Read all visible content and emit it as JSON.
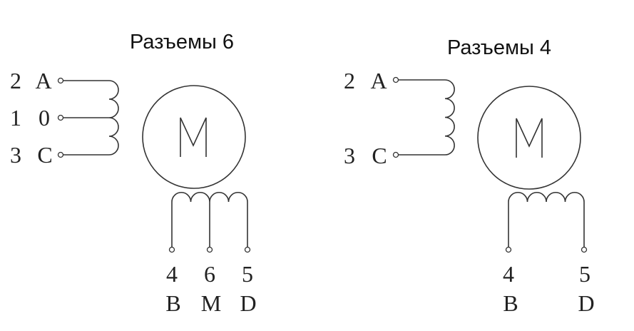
{
  "diagrams": [
    {
      "title": "Разъемы 6",
      "motor_label": "M",
      "left_terminals": [
        {
          "num": "2",
          "letter": "A"
        },
        {
          "num": "1",
          "letter": "0"
        },
        {
          "num": "3",
          "letter": "C"
        }
      ],
      "bottom_terminals": [
        {
          "num": "4",
          "letter": "B"
        },
        {
          "num": "6",
          "letter": "M"
        },
        {
          "num": "5",
          "letter": "D"
        }
      ]
    },
    {
      "title": "Разъемы 4",
      "motor_label": "M",
      "left_terminals": [
        {
          "num": "2",
          "letter": "A"
        },
        {
          "num": "3",
          "letter": "C"
        }
      ],
      "bottom_terminals": [
        {
          "num": "4",
          "letter": "B"
        },
        {
          "num": "5",
          "letter": "D"
        }
      ]
    }
  ],
  "colors": {
    "line": "#333333",
    "text": "#111111",
    "background": "#ffffff"
  }
}
